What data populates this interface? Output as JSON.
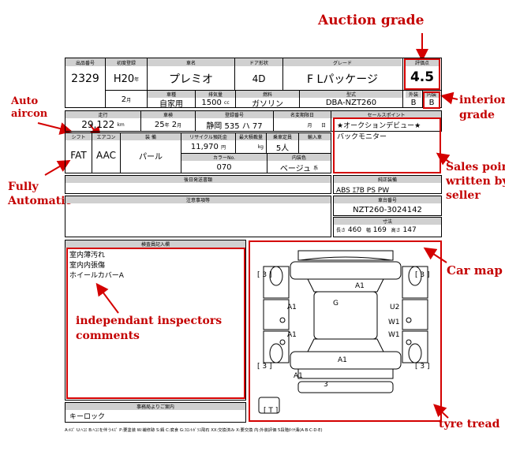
{
  "annotations": {
    "auction_grade": "Auction grade",
    "auto_aircon": "Auto\naircon",
    "interior_grade": "interior\ngrade",
    "fully_automatic": "Fully\nAutomatic",
    "sales_point": "Sales point\nwritten by\nseller",
    "car_map": "Car map",
    "inspectors_comments": "independant inspectors\ncomments",
    "tyre_tread": "tyre tread"
  },
  "sheet": {
    "lot_header": "出品番号",
    "lot_number": "2329",
    "first_reg_header": "初度登録",
    "first_reg_era": "H",
    "first_reg_year": "20",
    "first_reg_year_unit": "年",
    "first_reg_month": "2",
    "first_reg_month_unit": "月",
    "car_name_header": "車名",
    "car_name": "プレミオ",
    "doors_header": "ドア形状",
    "doors": "4D",
    "grade_header": "グレード",
    "grade": "F Lパッケージ",
    "score_header": "評価点",
    "score": "4.5",
    "usage_header": "車種",
    "usage": "自家用",
    "displacement_header": "排気量",
    "displacement": "1500",
    "displacement_unit": "cc",
    "fuel_header": "燃料",
    "fuel": "ガソリン",
    "model_header": "型式",
    "model": "DBA-NZT260",
    "ext_grade_header": "外装",
    "ext_grade": "B",
    "int_grade_header": "内装",
    "int_grade": "B",
    "mileage_header": "走行",
    "mileage": "29,122",
    "mileage_unit": "km",
    "inspection_header": "車検",
    "inspection_year": "25",
    "inspection_year_unit": "年",
    "inspection_month": "2",
    "inspection_month_unit": "月",
    "plate_header": "登録番号",
    "plate": "静岡 535 ハ 77",
    "name_change_header": "名変期限日",
    "name_change_month_unit": "月",
    "name_change_day_unit": "日",
    "sales_point_header": "セールスポイント",
    "sales_points": [
      "★オークションデビュー★",
      "バックモニター"
    ],
    "shift_header": "シフト",
    "shift": "FAT",
    "aircon_header": "エアコン",
    "aircon": "AAC",
    "equip_header": "装 備",
    "equip": "パール",
    "recycle_header": "リサイクル預託金",
    "recycle": "11,970",
    "recycle_unit": "円",
    "load_header": "最大積載量",
    "load_unit": "kg",
    "capacity_header": "乗車定員",
    "capacity": "5人",
    "import_header": "輸入車",
    "color_no_header": "カラーNo.",
    "color_no": "070",
    "int_color_header": "内装色",
    "color": "ベージュ",
    "color_suffix": "系",
    "docs_header": "後日発送書類",
    "notes_header": "注意事項等",
    "options_header": "純正装備",
    "options": "ABS ｴｱB PS PW",
    "chassis_header": "車台番号",
    "chassis": "NZT260-3024142",
    "dims_header": "寸法",
    "length_label": "長さ",
    "length": "460",
    "width_label": "幅",
    "width": "169",
    "height_label": "高さ",
    "height": "147",
    "inspector_header": "検査員記入欄",
    "inspector_notes": [
      "室内薄汚れ",
      "室内内張傷",
      "ホイールカバーA"
    ],
    "office_header": "事務局よりご案内",
    "office_note": "キーロック",
    "legend": "A:ｷｽﾞ U:ﾍｺﾐ B:ﾍｺﾐを伴うｷｽﾞ P:要塗装 W:補修跡 S:錆 C:腐食 G:ﾌﾛﾝﾄｶﾞﾗｽ飛石 XX:交換済み X:要交換 内:外装評価 5段階ﾀｲﾔ溝(A·B·C·D·E)"
  },
  "car_map": {
    "tyre_marks": [
      "[ 3 ]",
      "[ 3 ]",
      "[ 3 ]",
      "[ 3 ]",
      "[ T ]"
    ],
    "damage_marks": [
      "A1",
      "A1",
      "G",
      "U2",
      "A1",
      "W1",
      "A1",
      "W1",
      "A1",
      "3"
    ]
  }
}
